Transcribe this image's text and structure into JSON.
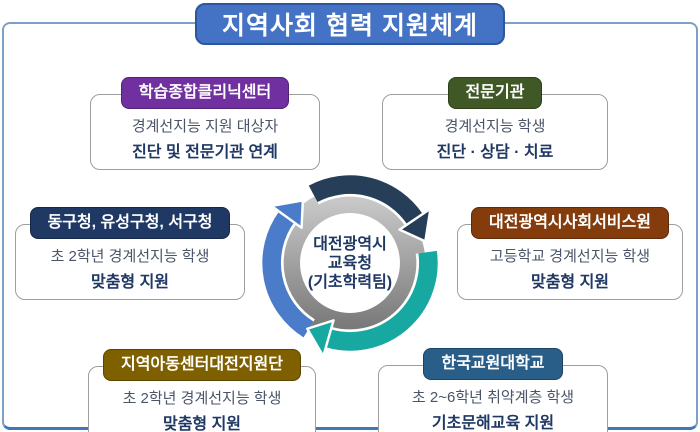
{
  "title": "지역사회 협력 지원체계",
  "center": {
    "lines": [
      "대전광역시",
      "교육청",
      "(기초학력팀)"
    ]
  },
  "groups": [
    {
      "header": "학습종합클리닉센터",
      "header_bg": "#7030A0",
      "line1": "경계선지능 지원 대상자",
      "line2": "진단 및 전문기관 연계"
    },
    {
      "header": "전문기관",
      "header_bg": "#3F5826",
      "line1": "경계선지능 학생",
      "line2": "진단 · 상담 · 치료"
    },
    {
      "header": "동구청, 유성구청, 서구청",
      "header_bg": "#1F3864",
      "line1": "초 2학년 경계선지능 학생",
      "line2": "맞춤형 지원"
    },
    {
      "header": "대전광역시사회서비스원",
      "header_bg": "#843C0C",
      "line1": "고등학교 경계선지능 학생",
      "line2": "맞춤형 지원"
    },
    {
      "header": "지역아동센터대전지원단",
      "header_bg": "#7F6000",
      "line1": "초 2학년 경계선지능 학생",
      "line2": "맞춤형 지원"
    },
    {
      "header": "한국교원대학교",
      "header_bg": "#295E89",
      "line1": "초 2~6학년 취약계층 학생",
      "line2": "기초문해교육 지원"
    }
  ],
  "colors": {
    "title_bg": "#4472C4",
    "title_border": "#2C579E",
    "frame_border": "#7EA0C6",
    "arrow_navy": "#263E57",
    "arrow_teal": "#18A8A2",
    "arrow_blue": "#4A7CC9",
    "ring_gray_light": "#C8C8C8",
    "ring_gray_dark": "#7A7A7A",
    "body_text": "#4A5568",
    "accent_text": "#1F3864"
  }
}
